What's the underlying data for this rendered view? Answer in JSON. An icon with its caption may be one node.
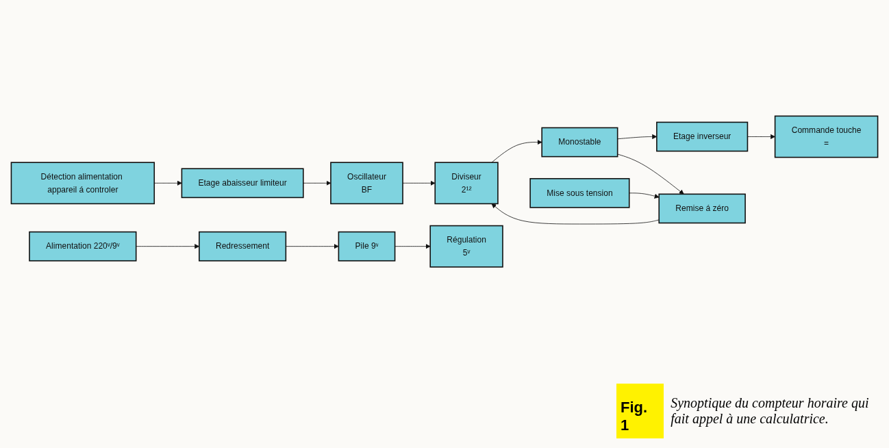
{
  "diagram": {
    "caption": "Synoptique du compteur horaire qui fait appel à une calculatrice.",
    "nodes": [
      {
        "text": [
          "Détection alimentation appareil á controler"
        ]
      },
      {
        "text": [
          "Etage abaisseur limiteur"
        ]
      },
      {
        "text": [
          "Oscillateur",
          "BF"
        ]
      },
      {
        "text": [
          "Diviseur",
          "2¹²"
        ]
      },
      {
        "text": [
          "Monostable"
        ]
      },
      {
        "text": [
          "Etage inverseur"
        ]
      },
      {
        "text": [
          "Commande touche",
          "="
        ]
      },
      {
        "text": [
          "Mise sous tension"
        ]
      },
      {
        "text": [
          "Remise á zéro"
        ]
      },
      {
        "text": [
          "Alimentation 220ᵛ/9ᵛ"
        ]
      },
      {
        "text": [
          "Redressement"
        ]
      },
      {
        "text": [
          "Pile 9ᵛ"
        ]
      },
      {
        "text": [
          "Régulation",
          "5ᵛ"
        ]
      }
    ],
    "edges": [
      {
        "from": 0,
        "to": 1,
        "arrow": "to"
      },
      {
        "from": 1,
        "to": 2,
        "arrow": "to"
      },
      {
        "from": 2,
        "to": 3,
        "arrow": "to"
      },
      {
        "from": 3,
        "to": 4,
        "arrow": "to"
      },
      {
        "from": 4,
        "to": 5,
        "arrow": "to"
      },
      {
        "from": 5,
        "to": 6,
        "arrow": "to"
      },
      {
        "from": 8,
        "to": 3,
        "arrow": "to"
      },
      {
        "from": 7,
        "to": 8,
        "arrow": "to"
      },
      {
        "from": 4,
        "to": 8,
        "arrow": "to"
      },
      {
        "from": 9,
        "to": 10,
        "arrow": "to"
      },
      {
        "from": 10,
        "to": 11,
        "arrow": "to"
      },
      {
        "from": 11,
        "to": 12,
        "arrow": "to"
      }
    ],
    "labels": [
      "Fig. 1"
    ]
  }
}
